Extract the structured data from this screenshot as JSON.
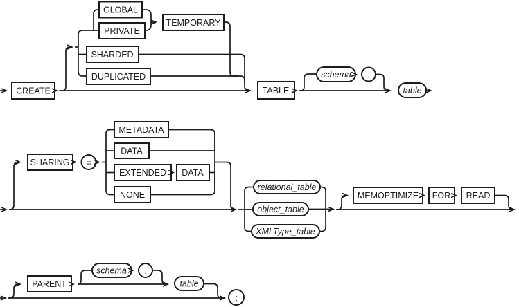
{
  "diagram": {
    "colors": {
      "stroke": "#1c1c1c",
      "background": "#ffffff"
    },
    "row1": {
      "create": "CREATE",
      "global": "GLOBAL",
      "private": "PRIVATE",
      "temporary": "TEMPORARY",
      "sharded": "SHARDED",
      "duplicated": "DUPLICATED",
      "table_keyword": "TABLE",
      "schema": "schema",
      "dot": ".",
      "table": "table"
    },
    "row2": {
      "sharing": "SHARING",
      "equals": "=",
      "metadata": "METADATA",
      "data": "DATA",
      "extended": "EXTENDED",
      "extended_data": "DATA",
      "none": "NONE",
      "relational_table": "relational_table",
      "object_table": "object_table",
      "xmltype_table": "XMLType_table",
      "memoptimize": "MEMOPTIMIZE",
      "for_keyword": "FOR",
      "read": "READ"
    },
    "row3": {
      "parent": "PARENT",
      "schema": "schema",
      "dot": ".",
      "table": "table",
      "semicolon": ";"
    }
  }
}
